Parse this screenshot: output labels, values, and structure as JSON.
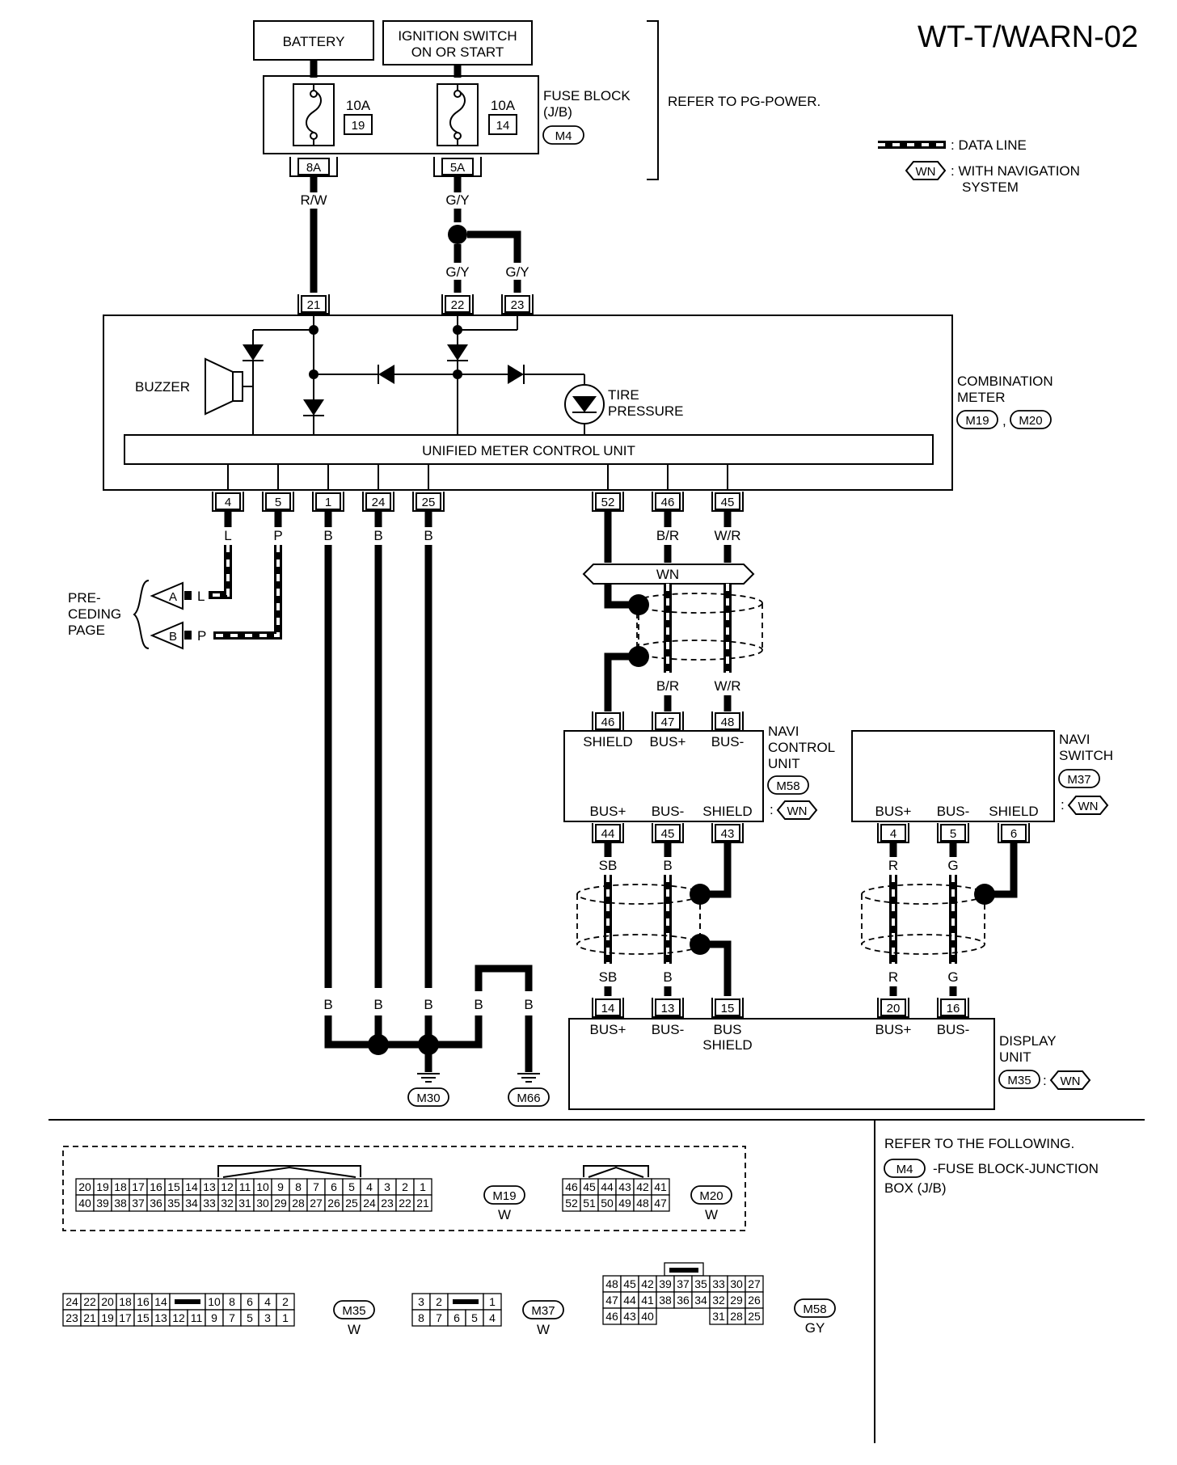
{
  "title": "WT-T/WARN-02",
  "legend": {
    "data_line": ": DATA LINE",
    "with_nav_code": "WN",
    "with_nav_line1": ": WITH NAVIGATION",
    "with_nav_line2": "SYSTEM"
  },
  "battery": "BATTERY",
  "ignition": {
    "line1": "IGNITION SWITCH",
    "line2": "ON OR START"
  },
  "fuse_block": {
    "line1": "FUSE BLOCK",
    "line2": "(J/B)",
    "connector": "M4",
    "note": "REFER TO PG-POWER.",
    "fuse1": {
      "rating": "10A",
      "number": "19",
      "terminal": "8A"
    },
    "fuse2": {
      "rating": "10A",
      "number": "14",
      "terminal": "5A"
    }
  },
  "wires": {
    "rw": "R/W",
    "gy_top": "G/Y",
    "gy_22": "G/Y",
    "gy_23": "G/Y",
    "l": "L",
    "p": "P",
    "b1": "B",
    "b24": "B",
    "b25": "B",
    "br_top": "B/R",
    "wr_top": "W/R",
    "br_bot": "B/R",
    "wr_bot": "W/R",
    "sb_top": "SB",
    "b_top": "B",
    "sb_bot": "SB",
    "b_bot": "B",
    "r_top": "R",
    "g_top": "G",
    "r_bot": "R",
    "g_bot": "G",
    "gb1": "B",
    "gb2": "B",
    "gb3": "B",
    "gb4": "B",
    "gb5": "B"
  },
  "combination_meter": {
    "line1": "COMBINATION",
    "line2": "METER",
    "connectors": [
      "M19",
      "M20"
    ],
    "sep": ",",
    "top_pins": [
      "21",
      "22",
      "23"
    ],
    "buzzer": "BUZZER",
    "tire1": "TIRE",
    "tire2": "PRESSURE",
    "control_unit": "UNIFIED METER CONTROL UNIT",
    "bottom_pins": [
      "4",
      "5",
      "1",
      "24",
      "25",
      "52",
      "46",
      "45"
    ]
  },
  "wn_bar": "WN",
  "preceding": {
    "line1": "PRE-",
    "line2": "CEDING",
    "line3": "PAGE",
    "a": "A",
    "b": "B",
    "l": "L",
    "p": "P"
  },
  "navi_control": {
    "line1": "NAVI",
    "line2": "CONTROL",
    "line3": "UNIT",
    "connector": "M58",
    "wn_prefix": ":",
    "wn": "WN",
    "top_pins": [
      "46",
      "47",
      "48"
    ],
    "top_labels": [
      "SHIELD",
      "BUS+",
      "BUS-"
    ],
    "bottom_labels": [
      "BUS+",
      "BUS-",
      "SHIELD"
    ],
    "bottom_pins": [
      "44",
      "45",
      "43"
    ]
  },
  "navi_switch": {
    "line1": "NAVI",
    "line2": "SWITCH",
    "connector": "M37",
    "wn_prefix": ":",
    "wn": "WN",
    "labels": [
      "BUS+",
      "BUS-",
      "SHIELD"
    ],
    "pins": [
      "4",
      "5",
      "6"
    ]
  },
  "display_unit": {
    "line1": "DISPLAY",
    "line2": "UNIT",
    "connector": "M35",
    "wn_prefix": ":",
    "wn": "WN",
    "pins": [
      "14",
      "13",
      "15",
      "20",
      "16"
    ],
    "labels": [
      "BUS+",
      "BUS-",
      "BUS",
      "BUS+",
      "BUS-"
    ],
    "label_shield": "SHIELD"
  },
  "grounds": [
    "M30",
    "M66"
  ],
  "refer": {
    "line1": "REFER TO THE FOLLOWING.",
    "connector": "M4",
    "line2": "-FUSE BLOCK-JUNCTION",
    "line3": "BOX (J/B)"
  },
  "connectors": {
    "m19": {
      "name": "M19",
      "color": "W",
      "row1": [
        "20",
        "19",
        "18",
        "17",
        "16",
        "15",
        "14",
        "13",
        "12",
        "11",
        "10",
        "9",
        "8",
        "7",
        "6",
        "5",
        "4",
        "3",
        "2",
        "1"
      ],
      "row2": [
        "40",
        "39",
        "38",
        "37",
        "36",
        "35",
        "34",
        "33",
        "32",
        "31",
        "30",
        "29",
        "28",
        "27",
        "26",
        "25",
        "24",
        "23",
        "22",
        "21"
      ]
    },
    "m20": {
      "name": "M20",
      "color": "W",
      "row1": [
        "46",
        "45",
        "44",
        "43",
        "42",
        "41"
      ],
      "row2": [
        "52",
        "51",
        "50",
        "49",
        "48",
        "47"
      ]
    },
    "m35": {
      "name": "M35",
      "color": "W",
      "row1a": [
        "24",
        "22",
        "20",
        "18",
        "16",
        "14"
      ],
      "row1b": [
        "10",
        "8",
        "6",
        "4",
        "2"
      ],
      "row2": [
        "23",
        "21",
        "19",
        "17",
        "15",
        "13",
        "12",
        "11",
        "9",
        "7",
        "5",
        "3",
        "1"
      ]
    },
    "m37": {
      "name": "M37",
      "color": "W",
      "row1a": [
        "3",
        "2"
      ],
      "row1b": [
        "1"
      ],
      "row2": [
        "8",
        "7",
        "6",
        "5",
        "4"
      ]
    },
    "m58": {
      "name": "M58",
      "color": "GY",
      "row1": [
        "48",
        "45",
        "42",
        "39",
        "37",
        "35",
        "33",
        "30",
        "27"
      ],
      "row2": [
        "47",
        "44",
        "41",
        "38",
        "36",
        "34",
        "32",
        "29",
        "26"
      ],
      "row3a": [
        "46",
        "43",
        "40"
      ],
      "row3b": [
        "31",
        "28",
        "25"
      ]
    }
  }
}
